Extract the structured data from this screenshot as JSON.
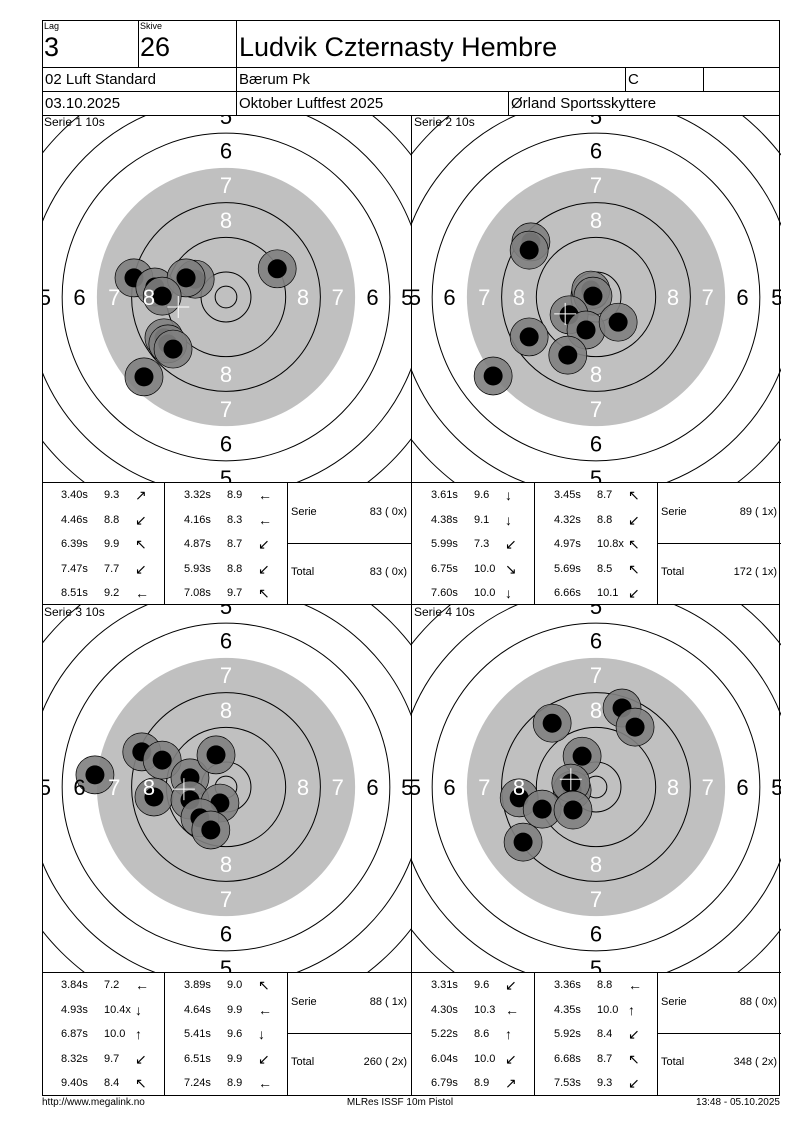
{
  "header": {
    "lag_label": "Lag",
    "lag_value": "3",
    "skive_label": "Skive",
    "skive_value": "26",
    "shooter_name": "Ludvik Czternasty Hembre",
    "class": "02 Luft Standard",
    "club": "Bærum Pk",
    "group": "C",
    "extra": "",
    "date": "03.10.2025",
    "event": "Oktober Luftfest 2025",
    "organizer": "Ørland Sportsskyttere"
  },
  "ring_labels": [
    "8",
    "7",
    "6",
    "5"
  ],
  "colors": {
    "black_zone": "#c0c0c0",
    "shot_outer": "#808080",
    "shot_inner": "#000000"
  },
  "series": [
    {
      "title": "Serie 1 10s",
      "shots_mm": [
        [
          11.8,
          -6.5
        ],
        [
          -21.2,
          -4.4
        ],
        [
          -16.4,
          -2.3
        ],
        [
          -7.1,
          -4.1
        ],
        [
          -9.2,
          -4.4
        ],
        [
          -14.7,
          -0.2
        ],
        [
          -14.3,
          9.4
        ],
        [
          -13.4,
          10.8
        ],
        [
          -12.2,
          12.0
        ],
        [
          -18.9,
          18.4
        ]
      ],
      "mean_mm": [
        -11.0,
        2.3
      ],
      "shots": [
        {
          "time": "3.40s",
          "score": "9.3",
          "arrow": "↗"
        },
        {
          "time": "4.46s",
          "score": "8.8",
          "arrow": "↙"
        },
        {
          "time": "6.39s",
          "score": "9.9",
          "arrow": "↖"
        },
        {
          "time": "7.47s",
          "score": "7.7",
          "arrow": "↙"
        },
        {
          "time": "8.51s",
          "score": "9.2",
          "arrow": "←"
        },
        {
          "time": "3.32s",
          "score": "8.9",
          "arrow": "←"
        },
        {
          "time": "4.16s",
          "score": "8.3",
          "arrow": "←"
        },
        {
          "time": "4.87s",
          "score": "8.7",
          "arrow": "↙"
        },
        {
          "time": "5.93s",
          "score": "8.8",
          "arrow": "↙"
        },
        {
          "time": "7.08s",
          "score": "9.7",
          "arrow": "↖"
        }
      ],
      "serie_label": "Serie",
      "serie_value": "83 ( 0x)",
      "total_label": "Total",
      "total_value": "83 ( 0x)"
    },
    {
      "title": "Serie 2 10s",
      "shots_mm": [
        [
          -15.0,
          -12.7
        ],
        [
          -15.4,
          -10.8
        ],
        [
          -1.2,
          -1.6
        ],
        [
          -0.7,
          -0.2
        ],
        [
          -6.2,
          4.1
        ],
        [
          -2.3,
          7.6
        ],
        [
          5.1,
          5.8
        ],
        [
          -15.4,
          9.2
        ],
        [
          -6.5,
          13.4
        ],
        [
          -23.7,
          18.2
        ]
      ],
      "mean_mm": [
        -7.1,
        3.9
      ],
      "shots": [
        {
          "time": "3.61s",
          "score": "9.6",
          "arrow": "↓"
        },
        {
          "time": "4.38s",
          "score": "9.1",
          "arrow": "↓"
        },
        {
          "time": "5.99s",
          "score": "7.3",
          "arrow": "↙"
        },
        {
          "time": "6.75s",
          "score": "10.0",
          "arrow": "↘"
        },
        {
          "time": "7.60s",
          "score": "10.0",
          "arrow": "↓"
        },
        {
          "time": "3.45s",
          "score": "8.7",
          "arrow": "↖"
        },
        {
          "time": "4.32s",
          "score": "8.8",
          "arrow": "↙"
        },
        {
          "time": "4.97s",
          "score": "10.8x",
          "arrow": "↖"
        },
        {
          "time": "5.69s",
          "score": "8.5",
          "arrow": "↖"
        },
        {
          "time": "6.66s",
          "score": "10.1",
          "arrow": "↙"
        }
      ],
      "serie_label": "Serie",
      "serie_value": "89 ( 1x)",
      "total_label": "Total",
      "total_value": "172 ( 1x)"
    },
    {
      "title": "Serie 3 10s",
      "shots_mm": [
        [
          -30.2,
          -2.8
        ],
        [
          -19.4,
          -8.1
        ],
        [
          -14.7,
          -6.2
        ],
        [
          -8.3,
          -2.1
        ],
        [
          -2.3,
          -7.4
        ],
        [
          -16.6,
          2.3
        ],
        [
          -8.3,
          3.0
        ],
        [
          -1.4,
          3.7
        ],
        [
          -6.0,
          7.1
        ],
        [
          -3.5,
          9.9
        ]
      ],
      "mean_mm": [
        -9.7,
        0.5
      ],
      "shots": [
        {
          "time": "3.84s",
          "score": "7.2",
          "arrow": "←"
        },
        {
          "time": "4.93s",
          "score": "10.4x",
          "arrow": "↓"
        },
        {
          "time": "6.87s",
          "score": "10.0",
          "arrow": "↑"
        },
        {
          "time": "8.32s",
          "score": "9.7",
          "arrow": "↙"
        },
        {
          "time": "9.40s",
          "score": "8.4",
          "arrow": "↖"
        },
        {
          "time": "3.89s",
          "score": "9.0",
          "arrow": "↖"
        },
        {
          "time": "4.64s",
          "score": "9.9",
          "arrow": "←"
        },
        {
          "time": "5.41s",
          "score": "9.6",
          "arrow": "↓"
        },
        {
          "time": "6.51s",
          "score": "9.9",
          "arrow": "↙"
        },
        {
          "time": "7.24s",
          "score": "8.9",
          "arrow": "←"
        }
      ],
      "serie_label": "Serie",
      "serie_value": "88 ( 1x)",
      "total_label": "Total",
      "total_value": "260 ( 2x)"
    },
    {
      "title": "Serie 4 10s",
      "shots_mm": [
        [
          6.0,
          -18.2
        ],
        [
          9.0,
          -13.8
        ],
        [
          -10.1,
          -14.7
        ],
        [
          -3.2,
          -7.1
        ],
        [
          -5.5,
          0.7
        ],
        [
          -5.8,
          -0.9
        ],
        [
          -17.7,
          2.5
        ],
        [
          -12.4,
          5.1
        ],
        [
          -16.8,
          12.7
        ],
        [
          -5.3,
          5.3
        ]
      ],
      "mean_mm": [
        -5.8,
        -1.8
      ],
      "shots": [
        {
          "time": "3.31s",
          "score": "9.6",
          "arrow": "↙"
        },
        {
          "time": "4.30s",
          "score": "10.3",
          "arrow": "←"
        },
        {
          "time": "5.22s",
          "score": "8.6",
          "arrow": "↑"
        },
        {
          "time": "6.04s",
          "score": "10.0",
          "arrow": "↙"
        },
        {
          "time": "6.79s",
          "score": "8.9",
          "arrow": "↗"
        },
        {
          "time": "3.36s",
          "score": "8.8",
          "arrow": "←"
        },
        {
          "time": "4.35s",
          "score": "10.0",
          "arrow": "↑"
        },
        {
          "time": "5.92s",
          "score": "8.4",
          "arrow": "↙"
        },
        {
          "time": "6.68s",
          "score": "8.7",
          "arrow": "↖"
        },
        {
          "time": "7.53s",
          "score": "9.3",
          "arrow": "↙"
        }
      ],
      "serie_label": "Serie",
      "serie_value": "88 ( 0x)",
      "total_label": "Total",
      "total_value": "348 ( 2x)"
    }
  ],
  "footer": {
    "url": "http://www.megalink.no",
    "program": "MLRes ISSF 10m Pistol",
    "timestamp": "13:48 - 05.10.2025"
  }
}
